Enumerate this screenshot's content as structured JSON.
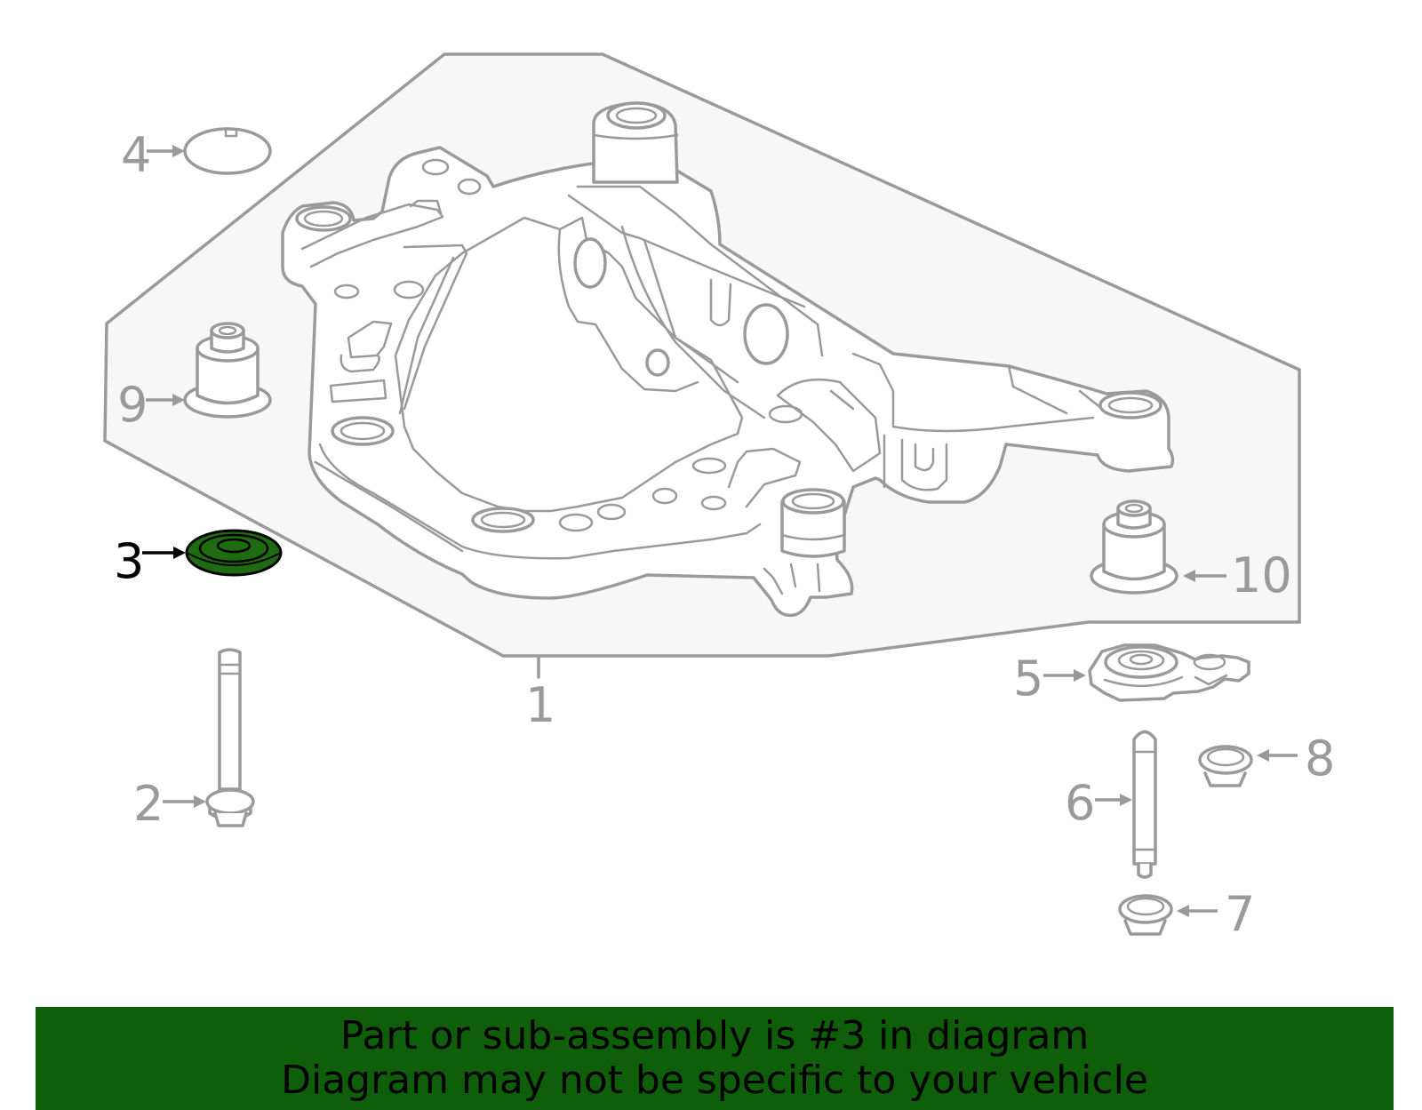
{
  "diagram": {
    "callouts": {
      "c1": "1",
      "c2": "2",
      "c3": "3",
      "c4": "4",
      "c5": "5",
      "c6": "6",
      "c7": "7",
      "c8": "8",
      "c9": "9",
      "c10": "10"
    },
    "highlighted_part": "3",
    "colors": {
      "highlight": "#1e6b12",
      "outline": "#9a9a9a",
      "background_plate": "#f7f7f7",
      "banner": "#0f5f0a"
    }
  },
  "banner": {
    "line1": "Part or sub-assembly is #3 in diagram",
    "line2": "Diagram may not be specific to your vehicle"
  }
}
